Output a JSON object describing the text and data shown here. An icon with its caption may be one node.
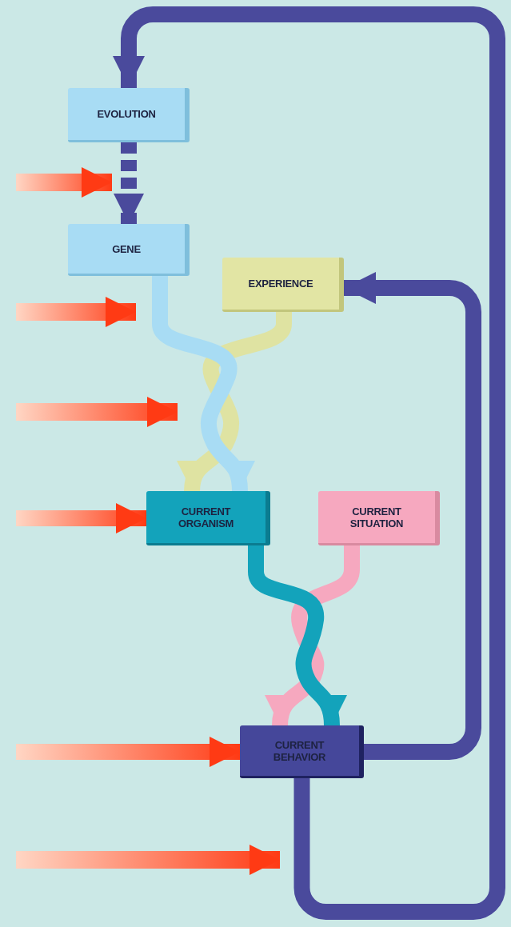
{
  "diagram": {
    "nodes": [
      {
        "text": [
          "EVOLUTION"
        ]
      },
      {
        "text": [
          "GENE"
        ]
      },
      {
        "text": [
          "EXPERIENCE"
        ]
      },
      {
        "text": [
          "CURRENT ORGANISM"
        ]
      },
      {
        "text": [
          "CURRENT SITUATION"
        ]
      },
      {
        "text": [
          "CURRENT BEHAVIOR"
        ]
      }
    ],
    "edges": [
      {
        "from": 5,
        "to": 0,
        "arrow": "to"
      },
      {
        "from": 0,
        "to": 1,
        "arrow": "to",
        "style": "dashed"
      },
      {
        "from": 5,
        "to": 2,
        "arrow": "to"
      },
      {
        "from": 1,
        "to": 3,
        "arrow": "to",
        "color": "#a8dcf4"
      },
      {
        "from": 2,
        "to": 3,
        "arrow": "to",
        "color": "#dfe3a2"
      },
      {
        "from": 3,
        "to": 5,
        "arrow": "to",
        "color": "#13a3bb"
      },
      {
        "from": 4,
        "to": 5,
        "arrow": "to",
        "color": "#f6a8bf"
      },
      {
        "from": null,
        "to": 3,
        "arrow": "to",
        "color": "#ff3a14"
      },
      {
        "from": null,
        "to": 5,
        "arrow": "to",
        "color": "#ff3a14"
      }
    ]
  }
}
